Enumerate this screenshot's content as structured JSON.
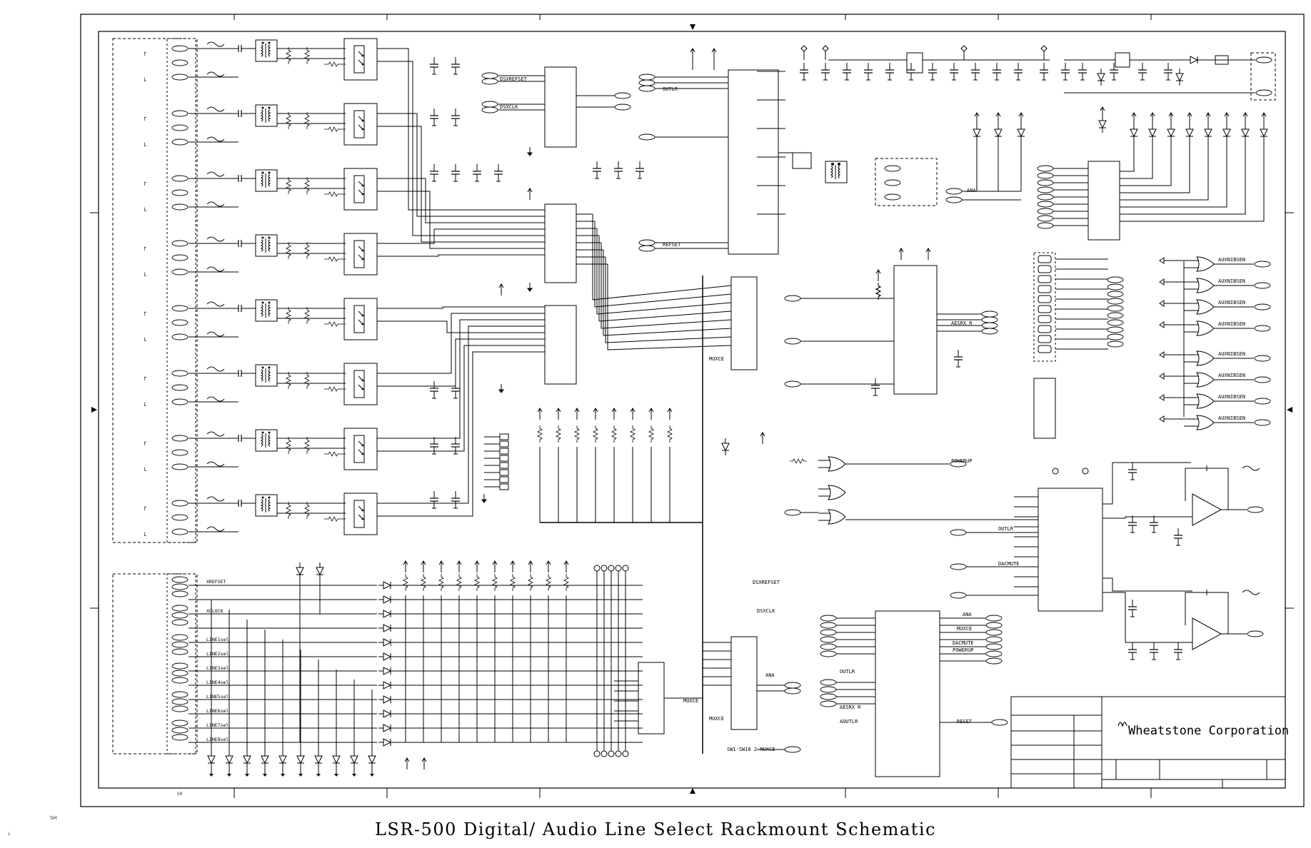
{
  "title": "LSR-500 Digital/ Audio Line Select Rackmount Schematic",
  "company": "Wheatstone Corporation",
  "sheet_note": "SH",
  "corner_note": "SH",
  "net_labels": {
    "dsxrefset": "DSXREFSET",
    "dsxclk": "DSXCLK",
    "outlr": "OUTLR",
    "refset": "REFSET",
    "ana": "ANA",
    "aesrx": "AESRX R",
    "muxce": "MUXCE",
    "powerup": "POWERUP",
    "outlr2": "OUTLR",
    "dacmute": "DACMUTE",
    "xrefset": "XREFSET",
    "xclock": "XCLOCK",
    "line1": "LINE1sel",
    "line2": "LINE2sel",
    "line3": "LINE3sel",
    "line4": "LINE4sel",
    "line5": "LINE5sel",
    "line6": "LINE6sel",
    "line7": "LINE7sel",
    "line8": "LINE8sel",
    "dsxrefset2": "DSXREFSET",
    "dsxclk2": "DSXCLK",
    "ana2": "ANA",
    "muxce2": "MUXCE",
    "muxce3": "MUXCE",
    "muxce_note": "SW1-SW10 2 MUXCE",
    "ana3": "ANA",
    "muxce4": "MUXCE",
    "dacmute2": "DACMUTE",
    "powerup2": "POWERUP",
    "outlr3": "OUTLR",
    "aesrx2": "AESRX R",
    "aoutlr": "AOUTLR",
    "reset": "RESET"
  },
  "led_outputs": [
    "AUXNIBSEN",
    "AUXNIBSEN",
    "AUXNIBSEN",
    "AUXNIBSEN",
    "AUXNIBSEN",
    "AUXNIBSEN",
    "AUXNIBSEN",
    "AUXNIBSEN"
  ]
}
